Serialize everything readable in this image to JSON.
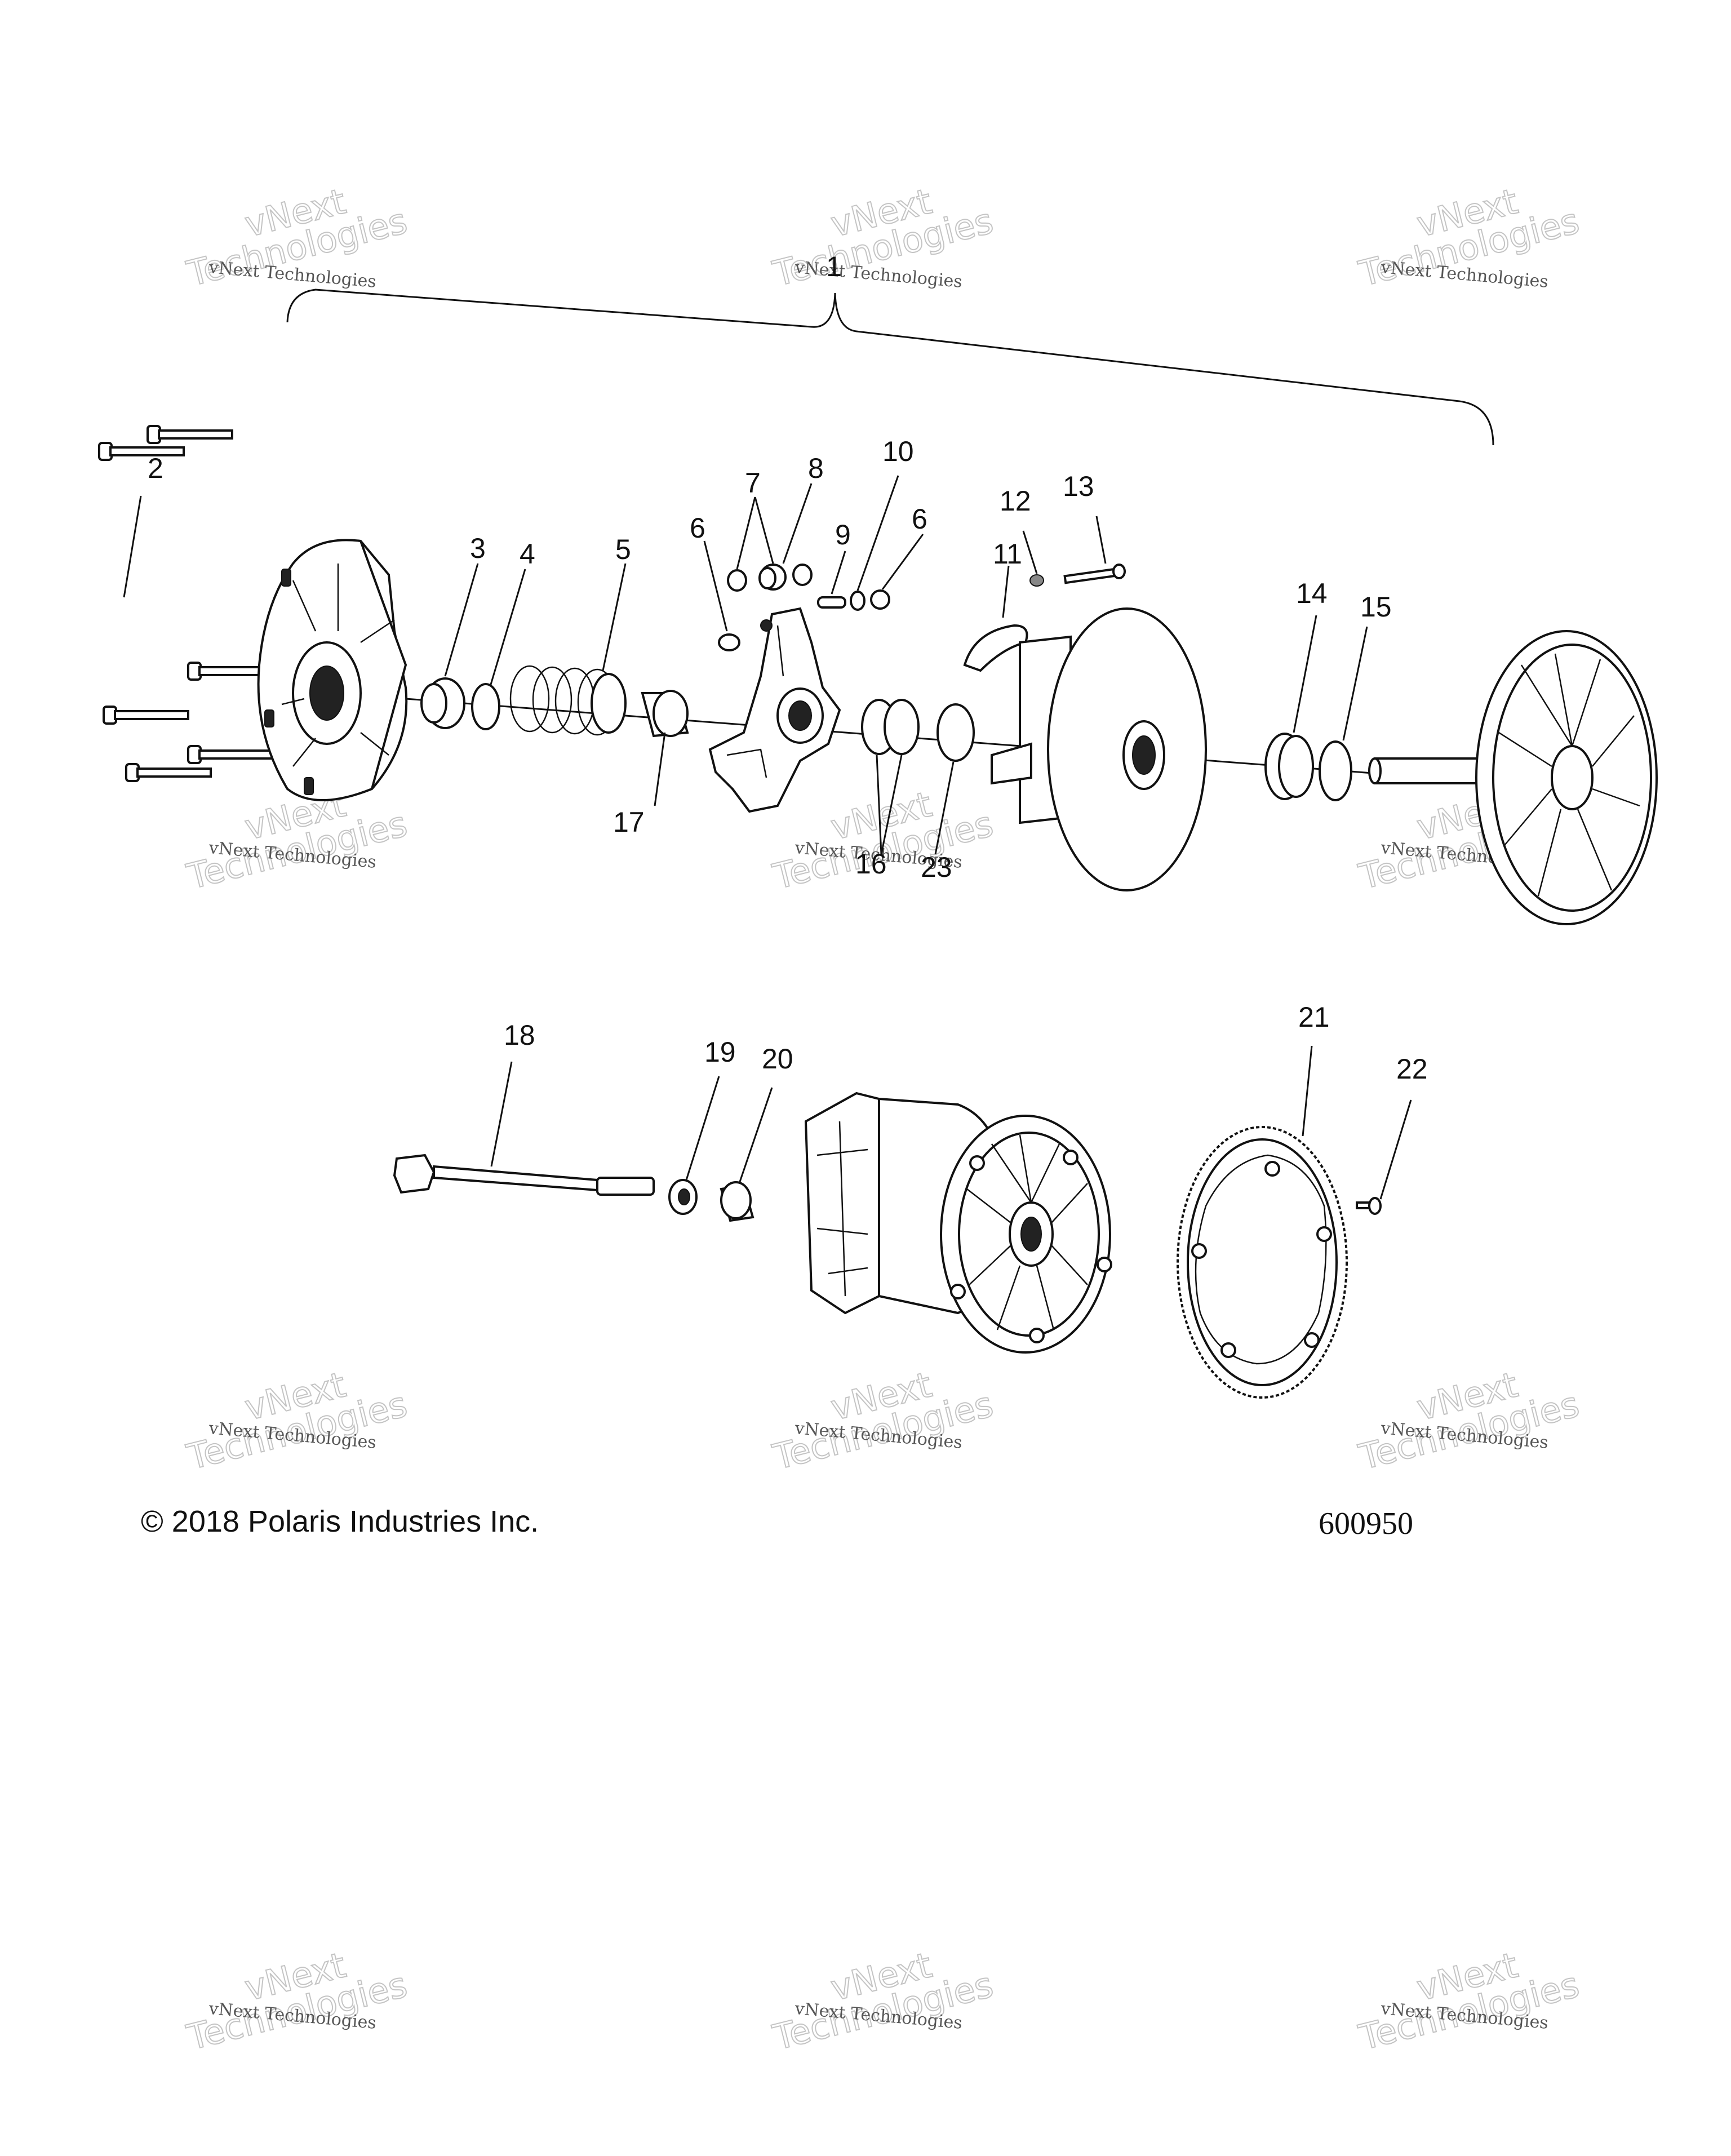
{
  "callouts": [
    {
      "id": "1",
      "label": "1"
    },
    {
      "id": "2",
      "label": "2"
    },
    {
      "id": "3",
      "label": "3"
    },
    {
      "id": "4",
      "label": "4"
    },
    {
      "id": "5",
      "label": "5"
    },
    {
      "id": "6a",
      "label": "6"
    },
    {
      "id": "7",
      "label": "7"
    },
    {
      "id": "8",
      "label": "8"
    },
    {
      "id": "9",
      "label": "9"
    },
    {
      "id": "10",
      "label": "10"
    },
    {
      "id": "6b",
      "label": "6"
    },
    {
      "id": "11",
      "label": "11"
    },
    {
      "id": "12",
      "label": "12"
    },
    {
      "id": "13",
      "label": "13"
    },
    {
      "id": "14",
      "label": "14"
    },
    {
      "id": "15",
      "label": "15"
    },
    {
      "id": "16",
      "label": "16"
    },
    {
      "id": "23",
      "label": "23"
    },
    {
      "id": "17",
      "label": "17"
    },
    {
      "id": "18",
      "label": "18"
    },
    {
      "id": "19",
      "label": "19"
    },
    {
      "id": "20",
      "label": "20"
    },
    {
      "id": "21",
      "label": "21"
    },
    {
      "id": "22",
      "label": "22"
    }
  ],
  "copyright": "© 2018 Polaris Industries Inc.",
  "diagram_number": "600950",
  "watermark": {
    "small": "vNext Technologies",
    "big_top": "vNext",
    "big_bottom": "Technologies"
  }
}
